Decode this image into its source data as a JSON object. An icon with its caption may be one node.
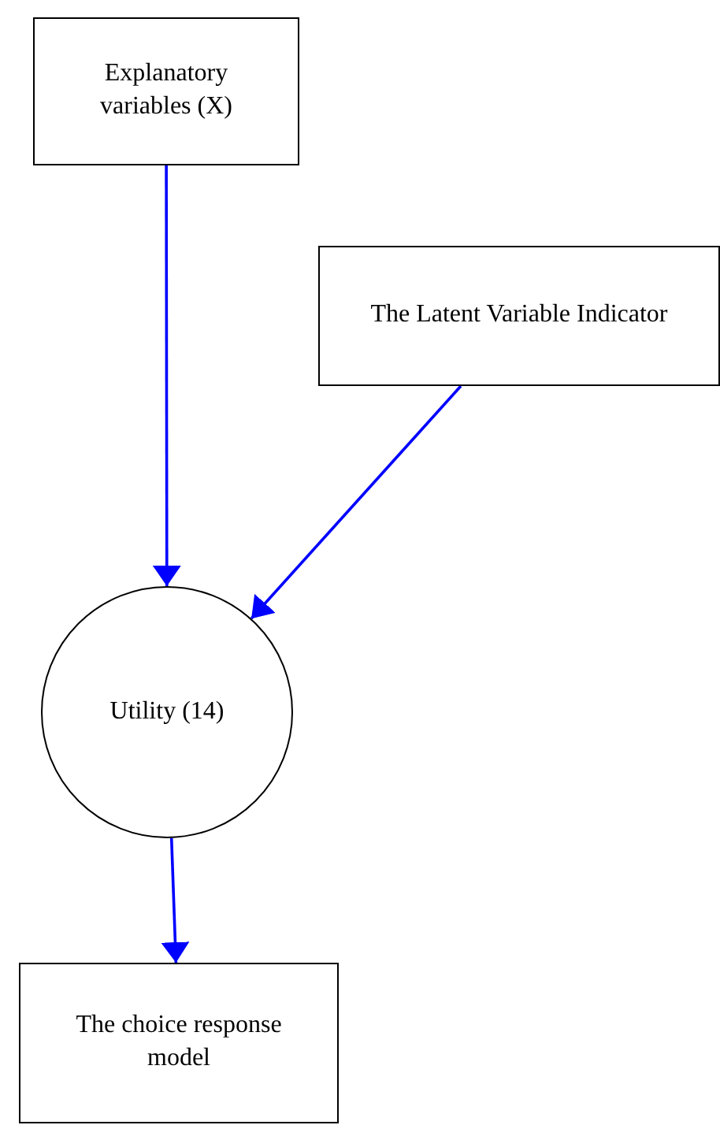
{
  "diagram": {
    "nodes": [
      {
        "text": [
          "Explanatory variables (X)"
        ]
      },
      {
        "text": [
          "The Latent Variable Indicator"
        ]
      },
      {
        "text": [
          "Utility (14)"
        ]
      },
      {
        "text": [
          "The choice response model"
        ]
      }
    ],
    "edges": [
      {
        "from": 0,
        "to": 2,
        "arrow": "to"
      },
      {
        "from": 1,
        "to": 2,
        "arrow": "to"
      },
      {
        "from": 2,
        "to": 3,
        "arrow": "to"
      }
    ]
  }
}
